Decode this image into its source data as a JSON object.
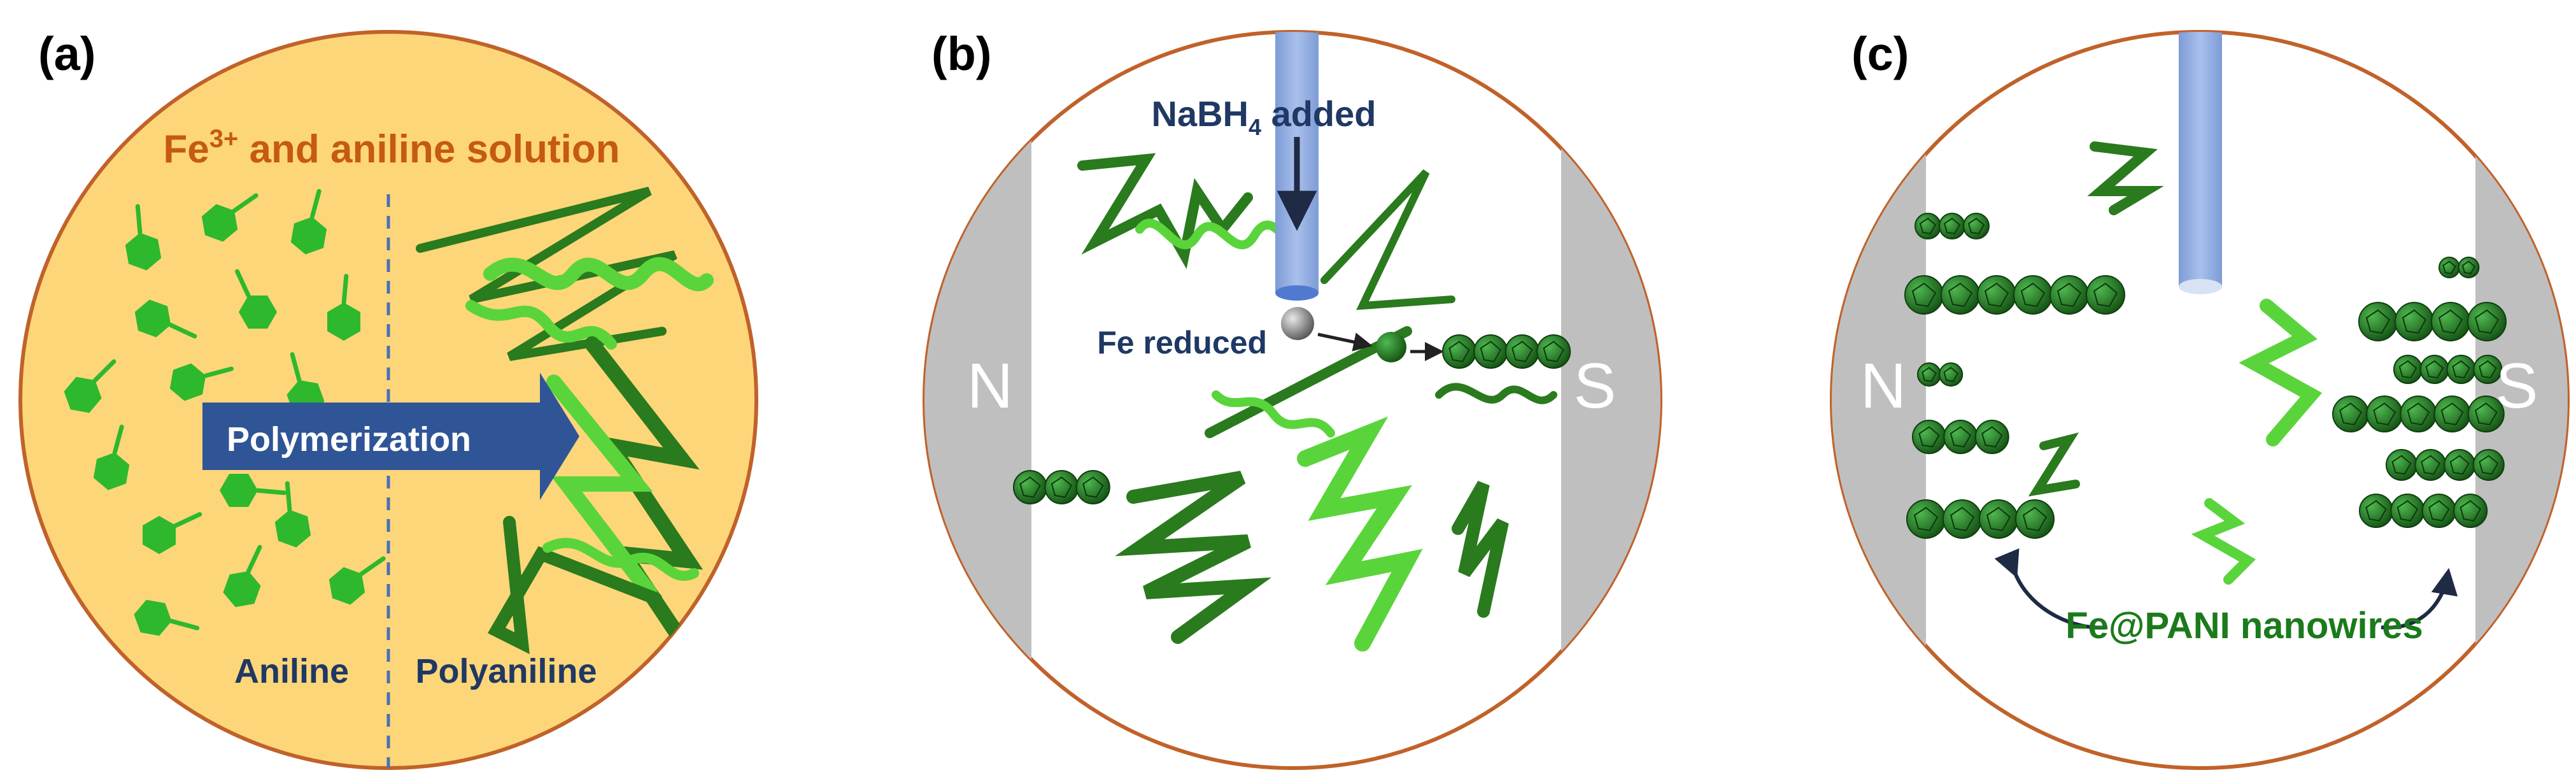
{
  "colors": {
    "circle_border": "#c0622a",
    "solution_fill": "#fdd679",
    "solution_text": "#c55a11",
    "arrow_fill": "#2f5597",
    "dark_text": "#1f3864",
    "green_text": "#1b7a1b",
    "monomer_green": "#2db82d",
    "polymer_light": "#5ad43b",
    "polymer_dark": "#2a7a1e",
    "magnet_gray": "#bfbfbf",
    "tube_blue": "#8fabe0"
  },
  "panel_a": {
    "label": "(a)",
    "solution_prefix": "Fe",
    "solution_superscript": "3+",
    "solution_suffix": " and aniline solution",
    "arrow_text": "Polymerization",
    "left_caption": "Aniline",
    "right_caption": "Polyaniline",
    "monomer_icon": "aniline-hexagon-icon",
    "polymer_icon": "ribbon-helix-icon"
  },
  "panel_b": {
    "label": "(b)",
    "reagent_prefix": "NaBH",
    "reagent_subscript": "4",
    "reagent_suffix": " added",
    "reduced_text": "Fe reduced",
    "north": "N",
    "south": "S"
  },
  "panel_c": {
    "label": "(c)",
    "north": "N",
    "south": "S",
    "product_text": "Fe@PANI nanowires"
  }
}
